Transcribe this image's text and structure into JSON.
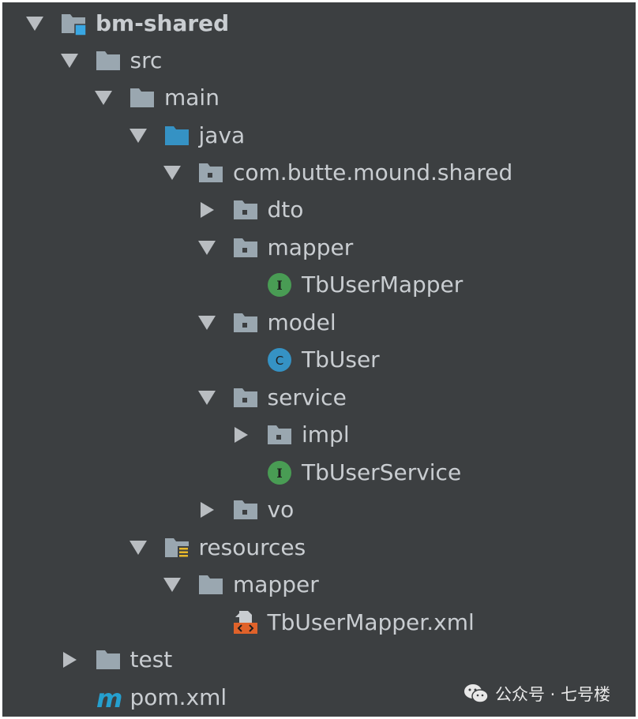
{
  "tree": [
    {
      "label": "bm-shared",
      "bold": true,
      "arrow": "down",
      "icon": "module-folder-icon",
      "name": "tree-item-bm-shared"
    },
    {
      "label": "src",
      "arrow": "down",
      "icon": "folder-icon",
      "name": "tree-item-src"
    },
    {
      "label": "main",
      "arrow": "down",
      "icon": "folder-icon",
      "name": "tree-item-main"
    },
    {
      "label": "java",
      "arrow": "down",
      "icon": "source-folder-icon",
      "name": "tree-item-java"
    },
    {
      "label": "com.butte.mound.shared",
      "arrow": "down",
      "icon": "package-icon",
      "name": "tree-item-package"
    },
    {
      "label": "dto",
      "arrow": "right",
      "icon": "package-icon",
      "name": "tree-item-dto"
    },
    {
      "label": "mapper",
      "arrow": "down",
      "icon": "package-icon",
      "name": "tree-item-mapper"
    },
    {
      "label": "TbUserMapper",
      "arrow": "none",
      "icon": "interface-icon",
      "name": "tree-item-tbusermapper"
    },
    {
      "label": "model",
      "arrow": "down",
      "icon": "package-icon",
      "name": "tree-item-model"
    },
    {
      "label": "TbUser",
      "arrow": "none",
      "icon": "class-icon",
      "name": "tree-item-tbuser"
    },
    {
      "label": "service",
      "arrow": "down",
      "icon": "package-icon",
      "name": "tree-item-service"
    },
    {
      "label": "impl",
      "arrow": "right",
      "icon": "package-icon",
      "name": "tree-item-impl"
    },
    {
      "label": "TbUserService",
      "arrow": "none",
      "icon": "interface-icon",
      "name": "tree-item-tbuserservice"
    },
    {
      "label": "vo",
      "arrow": "right",
      "icon": "package-icon",
      "name": "tree-item-vo"
    },
    {
      "label": "resources",
      "arrow": "down",
      "icon": "resources-folder-icon",
      "name": "tree-item-resources"
    },
    {
      "label": "mapper",
      "arrow": "down",
      "icon": "folder-icon",
      "name": "tree-item-resources-mapper"
    },
    {
      "label": "TbUserMapper.xml",
      "arrow": "none",
      "icon": "xml-file-icon",
      "name": "tree-item-tbusermapper-xml"
    },
    {
      "label": "test",
      "arrow": "right",
      "icon": "folder-icon",
      "name": "tree-item-test"
    },
    {
      "label": "pom.xml",
      "arrow": "none",
      "icon": "maven-icon",
      "name": "tree-item-pom-xml"
    }
  ],
  "watermark": {
    "text": "公众号 · 七号楼",
    "icon": "wechat-icon"
  },
  "colors": {
    "background": "#3c3f41",
    "text": "#c9cdd1",
    "folder": "#9aa7b0",
    "source_folder": "#3592c4",
    "interface": "#499c54",
    "class": "#3592c4",
    "xml": "#e0622a",
    "maven": "#25a0cf"
  },
  "icon_letters": {
    "interface": "I",
    "class": "C",
    "maven": "m"
  }
}
